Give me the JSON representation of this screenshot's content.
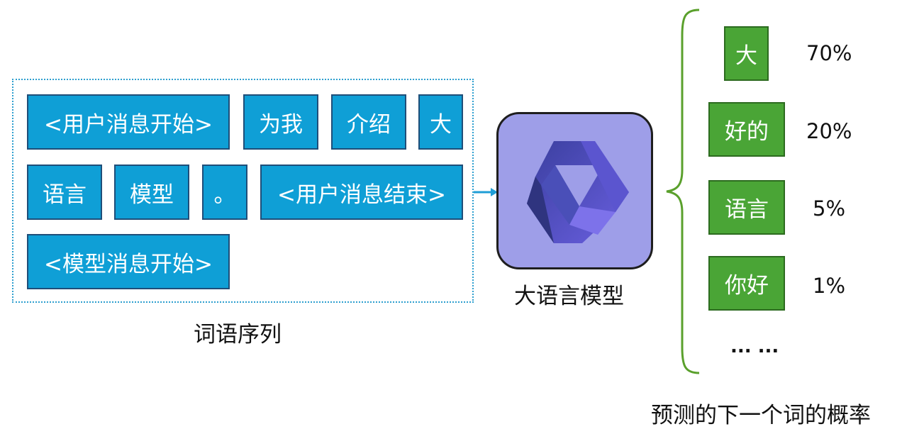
{
  "input": {
    "tokens": [
      "<用户消息开始>",
      "为我",
      "介绍",
      "大",
      "语言",
      "模型",
      "。",
      "<用户消息结束>",
      "<模型消息开始>"
    ],
    "caption": "词语序列"
  },
  "model": {
    "label": "大语言模型",
    "logo_icon": "qwen-logo-icon"
  },
  "output": {
    "predictions": [
      {
        "token": "大",
        "probability": "70%"
      },
      {
        "token": "好的",
        "probability": "20%"
      },
      {
        "token": "语言",
        "probability": "5%"
      },
      {
        "token": "你好",
        "probability": "1%"
      }
    ],
    "ellipsis": "... ...",
    "caption": "预测的下一个词的概率"
  },
  "colors": {
    "token_fill": "#0f9fd6",
    "token_border": "#1f4e79",
    "prediction_fill": "#4aa536",
    "model_fill": "#9e9ee8",
    "brace": "#5aa02c",
    "arrow": "#1f9ed6"
  }
}
